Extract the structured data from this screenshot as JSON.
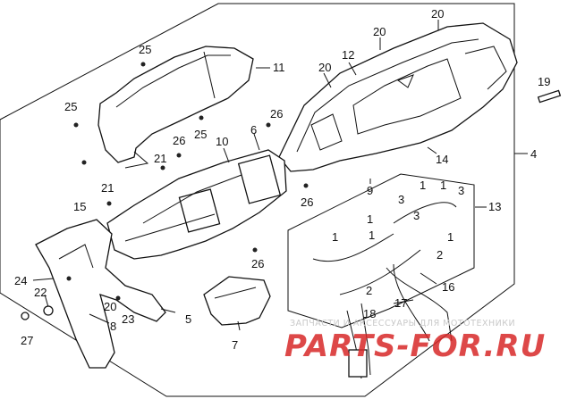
{
  "diagram": {
    "callouts": [
      "25",
      "11",
      "20",
      "12",
      "20",
      "20",
      "19",
      "25",
      "26",
      "26",
      "6",
      "10",
      "21",
      "25",
      "4",
      "21",
      "14",
      "9",
      "26",
      "3",
      "1",
      "1",
      "3",
      "15",
      "13",
      "1",
      "3",
      "1",
      "1",
      "1",
      "2",
      "26",
      "24",
      "16",
      "22",
      "20",
      "2",
      "5",
      "23",
      "8",
      "17",
      "27",
      "18",
      "7"
    ]
  },
  "watermark": {
    "text": "ЗАПЧАСТИ И АКСЕССУАРЫ ДЛЯ МОТОТЕХНИКИ",
    "logo": "PARTS-FOR.RU"
  }
}
